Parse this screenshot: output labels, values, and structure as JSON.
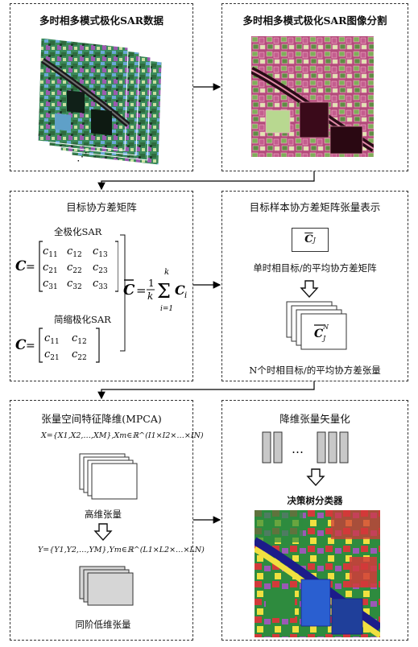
{
  "panel1": {
    "title": "多时相多模式极化SAR数据"
  },
  "panel2": {
    "title": "多时相多模式极化SAR图像分割"
  },
  "panel3": {
    "title": "目标协方差矩阵",
    "full_pol_label": "全极化SAR",
    "compact_pol_label": "简缩极化SAR",
    "matrix3": [
      [
        "c11",
        "c12",
        "c13"
      ],
      [
        "c21",
        "c22",
        "c23"
      ],
      [
        "c31",
        "c32",
        "c33"
      ]
    ],
    "matrix2": [
      [
        "c11",
        "c12"
      ],
      [
        "c21",
        "c22"
      ]
    ],
    "mean_formula": "C̄ = (1/k) Σ_{i=1}^{k} C_i"
  },
  "panel4": {
    "title": "目标样本协方差矩阵张量表示",
    "single_caption": "单时相目标/的平均协方差矩阵",
    "n_caption": "N个时相目标/的平均协方差张量",
    "box_symbol": "C̄_J",
    "stack_symbol": "C̄_J^N"
  },
  "panel5": {
    "title": "张量空间特征降维(MPCA)",
    "formula_x": "X={X1,X2,…,XM},Xm∈ℝ^(I1×I2×…×IN)",
    "high_label": "高维张量",
    "formula_y": "Y={Y1,Y2,…,YM},Ym∈ℝ^(L1×L2×…×LN)",
    "low_label": "同阶低维张量"
  },
  "panel6": {
    "title": "降维张量矢量化",
    "classifier_label": "决策树分类器",
    "dots": "…"
  },
  "colors": {
    "border": "#333333",
    "arrow": "#000000"
  }
}
